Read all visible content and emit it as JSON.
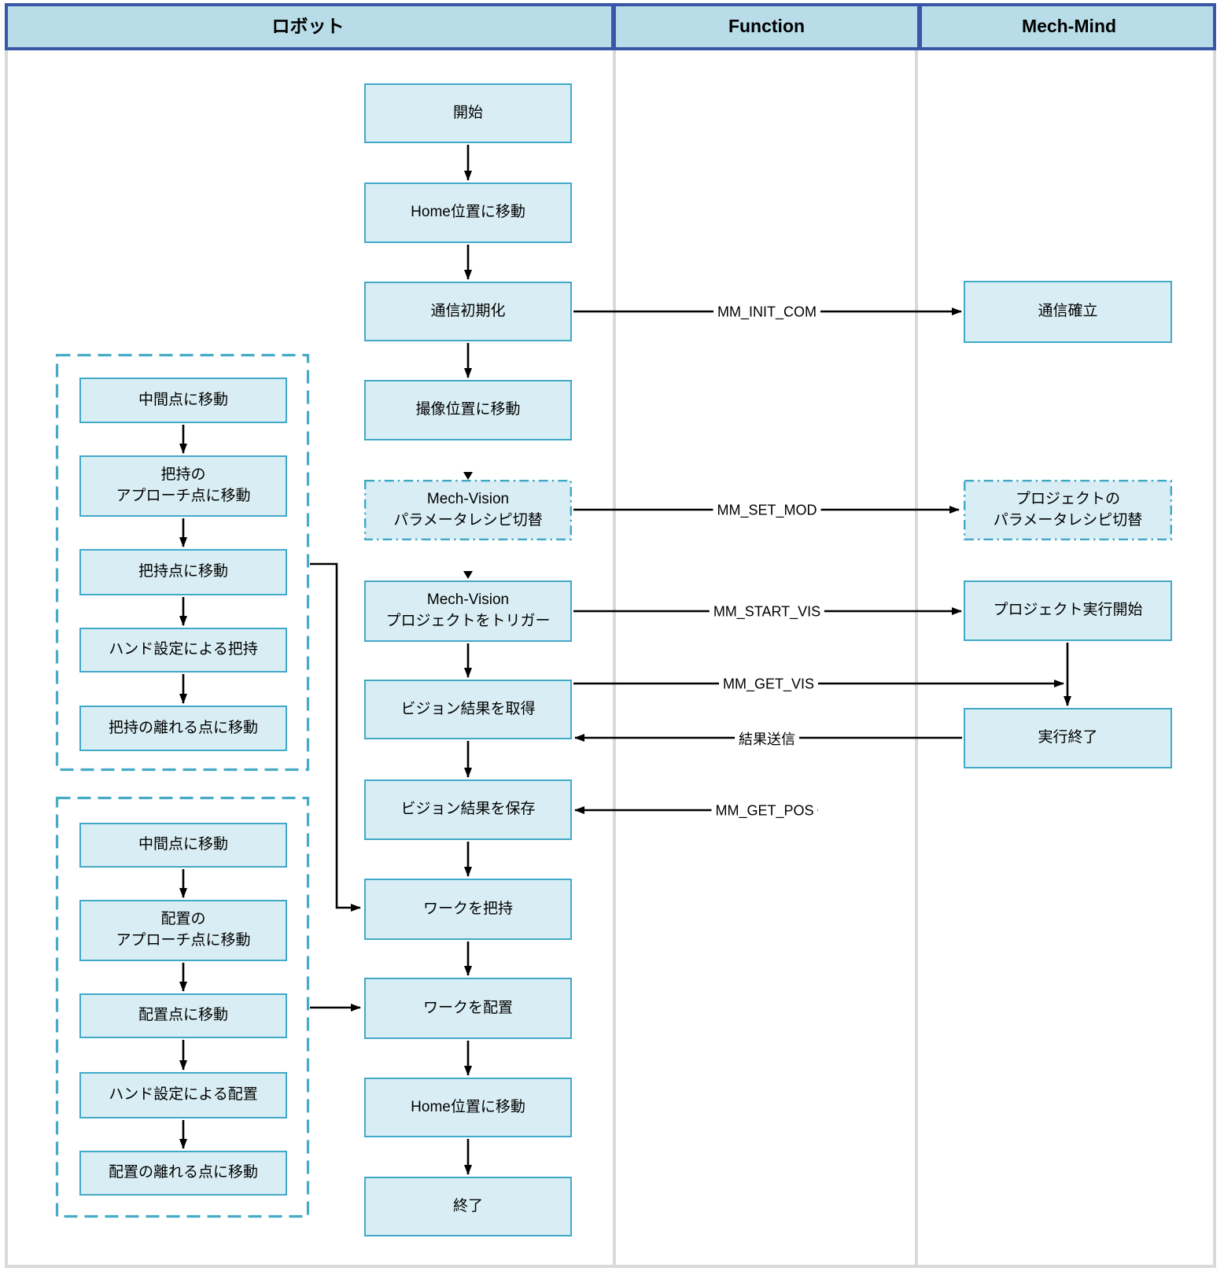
{
  "header": {
    "columns": [
      {
        "label": "ロボット"
      },
      {
        "label": "Function"
      },
      {
        "label": "Mech-Mind"
      }
    ]
  },
  "main_flow": [
    {
      "label": "開始"
    },
    {
      "label": "Home位置に移動"
    },
    {
      "label": "通信初期化"
    },
    {
      "label": "撮像位置に移動"
    },
    {
      "label": "Mech-Vision\nパラメータレシピ切替"
    },
    {
      "label": "Mech-Vision\nプロジェクトをトリガー"
    },
    {
      "label": "ビジョン結果を取得"
    },
    {
      "label": "ビジョン結果を保存"
    },
    {
      "label": "ワークを把持"
    },
    {
      "label": "ワークを配置"
    },
    {
      "label": "Home位置に移動"
    },
    {
      "label": "終了"
    }
  ],
  "pick_sequence": [
    {
      "label": "中間点に移動"
    },
    {
      "label": "把持の\nアプローチ点に移動"
    },
    {
      "label": "把持点に移動"
    },
    {
      "label": "ハンド設定による把持"
    },
    {
      "label": "把持の離れる点に移動"
    }
  ],
  "place_sequence": [
    {
      "label": "中間点に移動"
    },
    {
      "label": "配置の\nアプローチ点に移動"
    },
    {
      "label": "配置点に移動"
    },
    {
      "label": "ハンド設定による配置"
    },
    {
      "label": "配置の離れる点に移動"
    }
  ],
  "mech_mind": [
    {
      "label": "通信確立"
    },
    {
      "label": "プロジェクトの\nパラメータレシピ切替"
    },
    {
      "label": "プロジェクト実行開始"
    },
    {
      "label": "実行終了"
    }
  ],
  "function_labels": {
    "init_com": "MM_INIT_COM",
    "set_mod": "MM_SET_MOD",
    "start_vis": "MM_START_VIS",
    "get_vis": "MM_GET_VIS",
    "send_result": "結果送信",
    "get_pos": "MM_GET_POS"
  },
  "colors": {
    "header_fill": "#b8dce8",
    "header_border": "#3a57a7",
    "node_fill": "#d9eef4",
    "node_border": "#41a9c8",
    "group_border": "#47aac7",
    "lane_divider": "#d9d9d9",
    "arrow": "#000000"
  }
}
